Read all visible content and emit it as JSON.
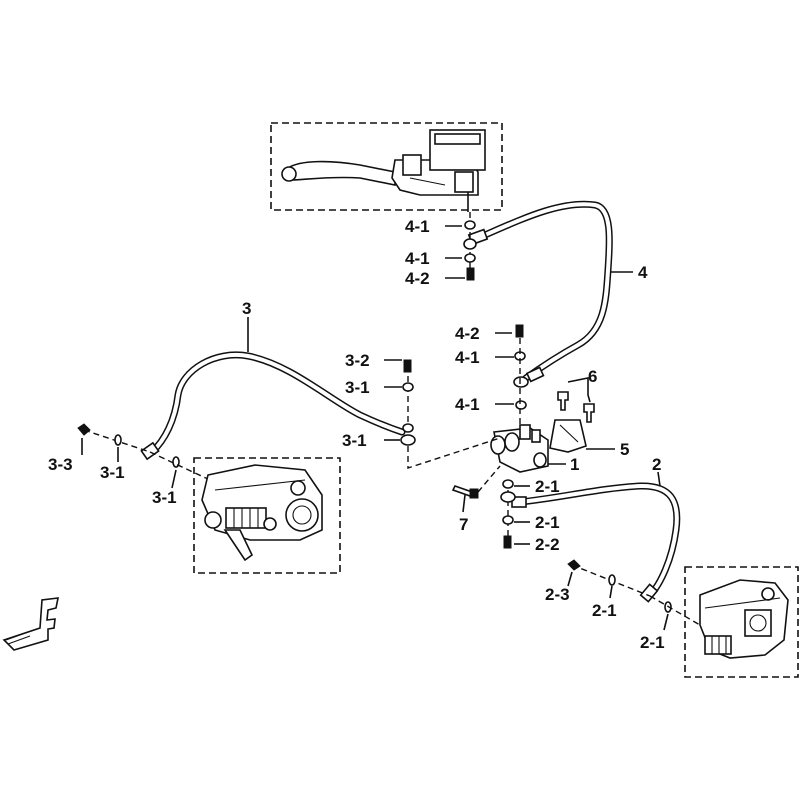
{
  "labels": [
    {
      "id": "4-1a",
      "text": "4-1"
    },
    {
      "id": "4-1b",
      "text": "4-1"
    },
    {
      "id": "4-2a",
      "text": "4-2"
    },
    {
      "id": "4",
      "text": "4"
    },
    {
      "id": "4-2b",
      "text": "4-2"
    },
    {
      "id": "4-1c",
      "text": "4-1"
    },
    {
      "id": "4-1d",
      "text": "4-1"
    },
    {
      "id": "6",
      "text": "6"
    },
    {
      "id": "5",
      "text": "5"
    },
    {
      "id": "1",
      "text": "1"
    },
    {
      "id": "3",
      "text": "3"
    },
    {
      "id": "3-2",
      "text": "3-2"
    },
    {
      "id": "3-1a",
      "text": "3-1"
    },
    {
      "id": "3-1b",
      "text": "3-1"
    },
    {
      "id": "3-3",
      "text": "3-3"
    },
    {
      "id": "3-1c",
      "text": "3-1"
    },
    {
      "id": "3-1d",
      "text": "3-1"
    },
    {
      "id": "2",
      "text": "2"
    },
    {
      "id": "2-1a",
      "text": "2-1"
    },
    {
      "id": "2-1b",
      "text": "2-1"
    },
    {
      "id": "2-2",
      "text": "2-2"
    },
    {
      "id": "7",
      "text": "7"
    },
    {
      "id": "2-3",
      "text": "2-3"
    },
    {
      "id": "2-1c",
      "text": "2-1"
    },
    {
      "id": "2-1d",
      "text": "2-1"
    }
  ],
  "front_marker": "F"
}
